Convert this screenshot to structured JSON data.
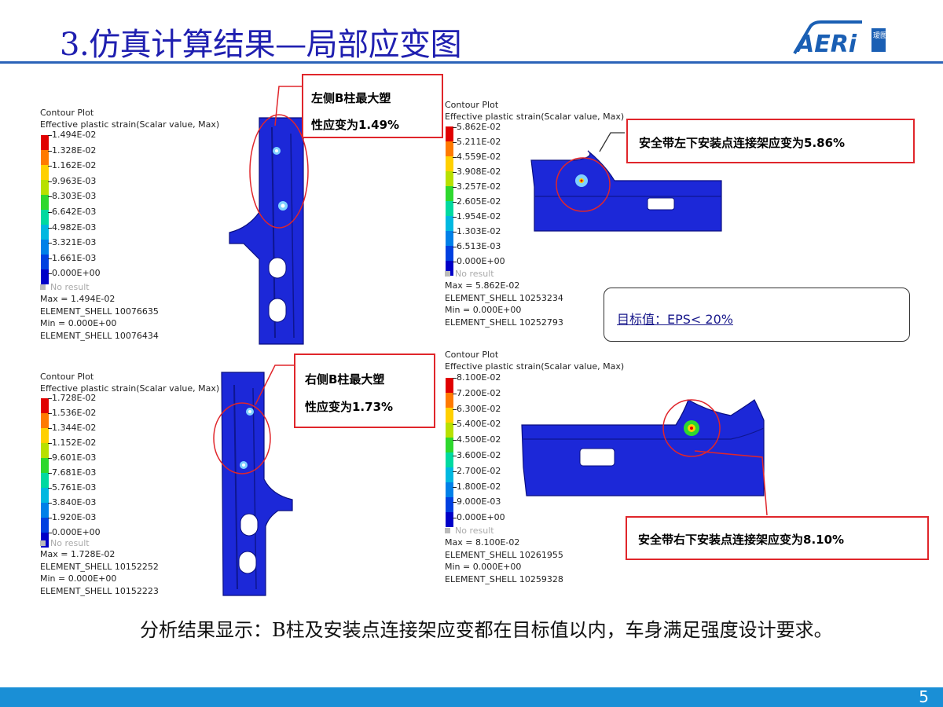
{
  "slide": {
    "title": "3.仿真计算结果—局部应变图",
    "page_number": "5"
  },
  "logo": {
    "text": "AERi",
    "side_text": "瑷图"
  },
  "plots": [
    {
      "header": [
        "Contour Plot",
        "Effective plastic strain(Scalar value, Max)"
      ],
      "ticks": [
        "1.494E-02",
        "1.328E-02",
        "1.162E-02",
        "9.963E-03",
        "8.303E-03",
        "6.642E-03",
        "4.982E-03",
        "3.321E-03",
        "1.661E-03",
        "0.000E+00"
      ],
      "no_result": "No result",
      "meta": [
        "Max = 1.494E-02",
        "ELEMENT_SHELL 10076635",
        "Min = 0.000E+00",
        "ELEMENT_SHELL 10076434"
      ]
    },
    {
      "header": [
        "Contour Plot",
        "Effective plastic strain(Scalar value, Max)"
      ],
      "ticks": [
        "5.862E-02",
        "5.211E-02",
        "4.559E-02",
        "3.908E-02",
        "3.257E-02",
        "2.605E-02",
        "1.954E-02",
        "1.303E-02",
        "6.513E-03",
        "0.000E+00"
      ],
      "no_result": "No result",
      "meta": [
        "Max = 5.862E-02",
        "ELEMENT_SHELL 10253234",
        "Min = 0.000E+00",
        "ELEMENT_SHELL 10252793"
      ]
    },
    {
      "header": [
        "Contour Plot",
        "Effective plastic strain(Scalar value, Max)"
      ],
      "ticks": [
        "1.728E-02",
        "1.536E-02",
        "1.344E-02",
        "1.152E-02",
        "9.601E-03",
        "7.681E-03",
        "5.761E-03",
        "3.840E-03",
        "1.920E-03",
        "0.000E+00"
      ],
      "no_result": "No result",
      "meta": [
        "Max = 1.728E-02",
        "ELEMENT_SHELL 10152252",
        "Min = 0.000E+00",
        "ELEMENT_SHELL 10152223"
      ]
    },
    {
      "header": [
        "Contour Plot",
        "Effective plastic strain(Scalar value, Max)"
      ],
      "ticks": [
        "8.100E-02",
        "7.200E-02",
        "6.300E-02",
        "5.400E-02",
        "4.500E-02",
        "3.600E-02",
        "2.700E-02",
        "1.800E-02",
        "9.000E-03",
        "0.000E+00"
      ],
      "no_result": "No result",
      "meta": [
        "Max = 8.100E-02",
        "ELEMENT_SHELL 10261955",
        "Min = 0.000E+00",
        "ELEMENT_SHELL 10259328"
      ]
    }
  ],
  "callouts": {
    "left_b_pillar": [
      "左侧B柱最大塑",
      "性应变为1.49%"
    ],
    "right_b_pillar": [
      "右侧B柱最大塑",
      "性应变为1.73%"
    ],
    "belt_left": "安全带左下安装点连接架应变为5.86%",
    "belt_right": "安全带右下安装点连接架应变为8.10%"
  },
  "target": "目标值：EPS< 20%",
  "summary": "分析结果显示：B柱及安装点连接架应变都在目标值以内，车身满足强度设计要求。",
  "colors": {
    "title": "#1f1fb0",
    "rule": "#2a63b8",
    "footer": "#1a8fd6",
    "callout_border": "#e0262b",
    "part_blue": "#1c28d8",
    "colorbar": [
      "#e00000",
      "#ff7a00",
      "#ffd000",
      "#b8e000",
      "#2ed82e",
      "#00d9a0",
      "#00b8e0",
      "#0080e8",
      "#0040e0",
      "#0000c8"
    ]
  }
}
